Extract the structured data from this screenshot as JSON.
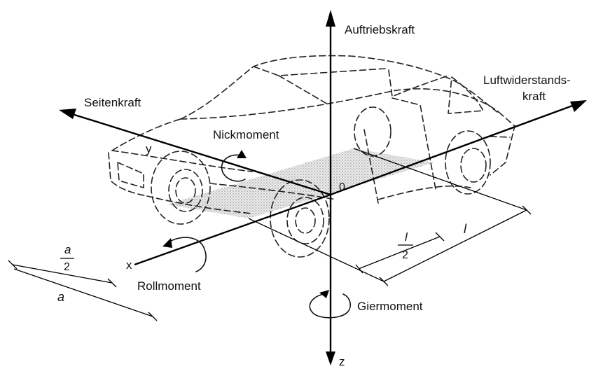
{
  "labels": {
    "lift": "Auftriebskraft",
    "side_force": "Seitenkraft",
    "drag_line1": "Luftwiderstands-",
    "drag_line2": "kraft",
    "pitch": "Nickmoment",
    "roll": "Rollmoment",
    "yaw": "Giermoment",
    "axis_x": "x",
    "axis_y": "y",
    "axis_z": "z",
    "origin": "0"
  },
  "dimensions": {
    "half_track_num": "a",
    "half_track_den": "2",
    "track": "a",
    "half_wheelbase_num": "l",
    "half_wheelbase_den": "2",
    "wheelbase": "l"
  },
  "colors": {
    "line": "#111111",
    "ground_fill": "#d9d9d9",
    "background": "#ffffff"
  }
}
